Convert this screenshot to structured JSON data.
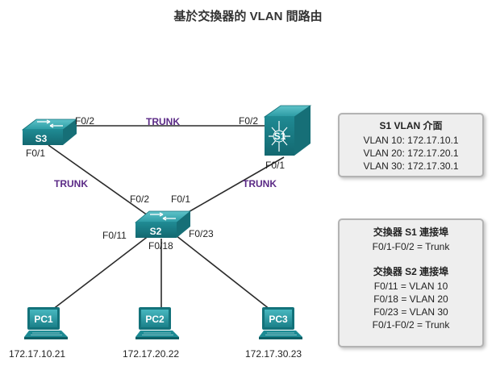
{
  "title": "基於交換器的 VLAN 間路由",
  "devices": {
    "s1": "S1",
    "s2": "S2",
    "s3": "S3",
    "pc1": "PC1",
    "pc2": "PC2",
    "pc3": "PC3"
  },
  "ports": {
    "s3_f02": "F0/2",
    "s3_f01": "F0/1",
    "s1_f02": "F0/2",
    "s1_f01": "F0/1",
    "s2_f02": "F0/2",
    "s2_f01": "F0/1",
    "s2_f011": "F0/11",
    "s2_f018": "F0/18",
    "s2_f023": "F0/23"
  },
  "links": {
    "trunk_s3_s1": "TRUNK",
    "trunk_s3_s2": "TRUNK",
    "trunk_s1_s2": "TRUNK"
  },
  "hosts": {
    "pc1_ip": "172.17.10.21",
    "pc2_ip": "172.17.20.22",
    "pc3_ip": "172.17.30.23"
  },
  "s1_box": {
    "header": "S1 VLAN 介面",
    "rows": [
      "VLAN 10: 172.17.10.1",
      "VLAN 20: 172.17.20.1",
      "VLAN 30: 172.17.30.1"
    ]
  },
  "ports_box": {
    "s1_header": "交換器 S1 連接埠",
    "s1_rows": [
      "F0/1-F0/2 = Trunk"
    ],
    "s2_header": "交換器 S2 連接埠",
    "s2_rows": [
      "F0/11 = VLAN 10",
      "F0/18 = VLAN 20",
      "F0/23 = VLAN 30",
      "F0/1-F0/2 = Trunk"
    ]
  },
  "colors": {
    "device_teal": "#1f8a93",
    "trunk_text": "#5b2a86",
    "link": "#2b2b2b"
  }
}
